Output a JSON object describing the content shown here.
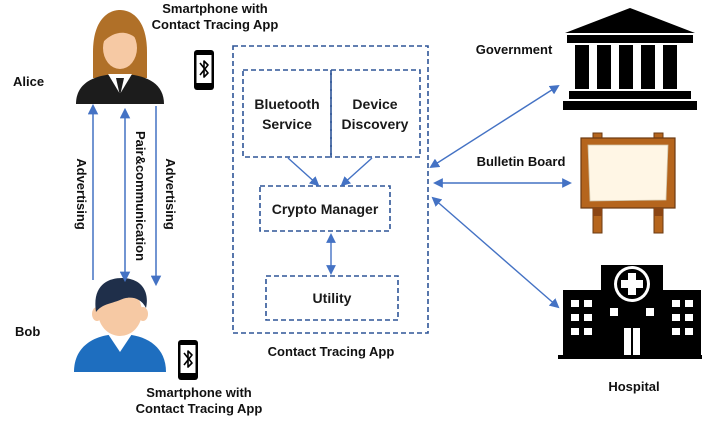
{
  "actors": {
    "alice": {
      "name": "Alice",
      "device_label_line1": "Smartphone with",
      "device_label_line2": "Contact Tracing App"
    },
    "bob": {
      "name": "Bob",
      "device_label_line1": "Smartphone with",
      "device_label_line2": "Contact Tracing App"
    }
  },
  "links": {
    "left_advertising": "Advertising",
    "pair_communication": "Pair&communication",
    "right_advertising": "Advertising"
  },
  "app": {
    "title": "Contact Tracing App",
    "bluetooth_service_line1": "Bluetooth",
    "bluetooth_service_line2": "Service",
    "device_discovery_line1": "Device",
    "device_discovery_line2": "Discovery",
    "crypto_manager": "Crypto Manager",
    "utility": "Utility"
  },
  "entities": {
    "government": "Government",
    "bulletin_board": "Bulletin Board",
    "hospital": "Hospital"
  },
  "colors": {
    "arrow": "#4472C4",
    "box_border": "#2E5597",
    "icon": "#000000",
    "alice_hair": "#B07028",
    "bob_hair": "#1F2F4A",
    "bob_shirt": "#1E6EBF",
    "skin": "#F6C9A4",
    "board_wood": "#B5651D",
    "board_face": "#FFF6E5"
  },
  "icons": [
    "alice-avatar",
    "bob-avatar",
    "bluetooth-phone-icon",
    "government-building-icon",
    "bulletin-board-icon",
    "hospital-icon"
  ]
}
